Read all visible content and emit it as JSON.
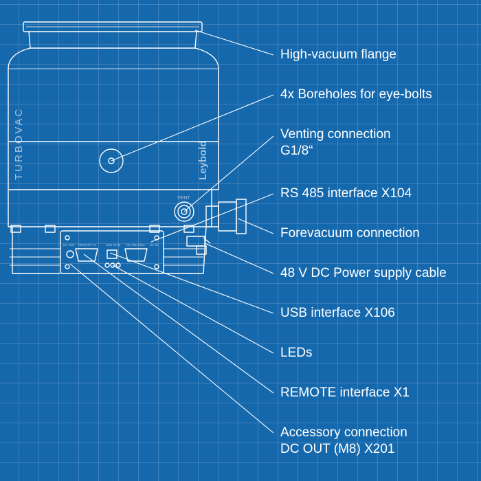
{
  "background_color": "#1668ad",
  "line_color": "#ffffff",
  "pump": {
    "side_brand": "TURBOVAC",
    "logo": "Leybold",
    "vent_mark": "VENT",
    "panel_text": [
      "DC OUT",
      "REMOTE X1",
      "USB X106",
      "RS 485 X104",
      "DC IN"
    ]
  },
  "callouts": [
    {
      "id": "high-vacuum-flange",
      "lines": [
        "High-vacuum flange"
      ]
    },
    {
      "id": "boreholes",
      "lines": [
        "4x Boreholes for eye-bolts"
      ]
    },
    {
      "id": "venting-connection",
      "lines": [
        "Venting connection",
        "G1/8“"
      ]
    },
    {
      "id": "rs485-interface",
      "lines": [
        "RS 485 interface X104"
      ]
    },
    {
      "id": "forevacuum-connection",
      "lines": [
        "Forevacuum connection"
      ]
    },
    {
      "id": "power-supply-cable",
      "lines": [
        "48 V DC Power supply cable"
      ]
    },
    {
      "id": "usb-interface",
      "lines": [
        "USB interface X106"
      ]
    },
    {
      "id": "leds",
      "lines": [
        "LEDs"
      ]
    },
    {
      "id": "remote-interface",
      "lines": [
        "REMOTE interface X1"
      ]
    },
    {
      "id": "accessory-connection",
      "lines": [
        "Accessory connection",
        "DC OUT (M8) X201"
      ]
    }
  ]
}
